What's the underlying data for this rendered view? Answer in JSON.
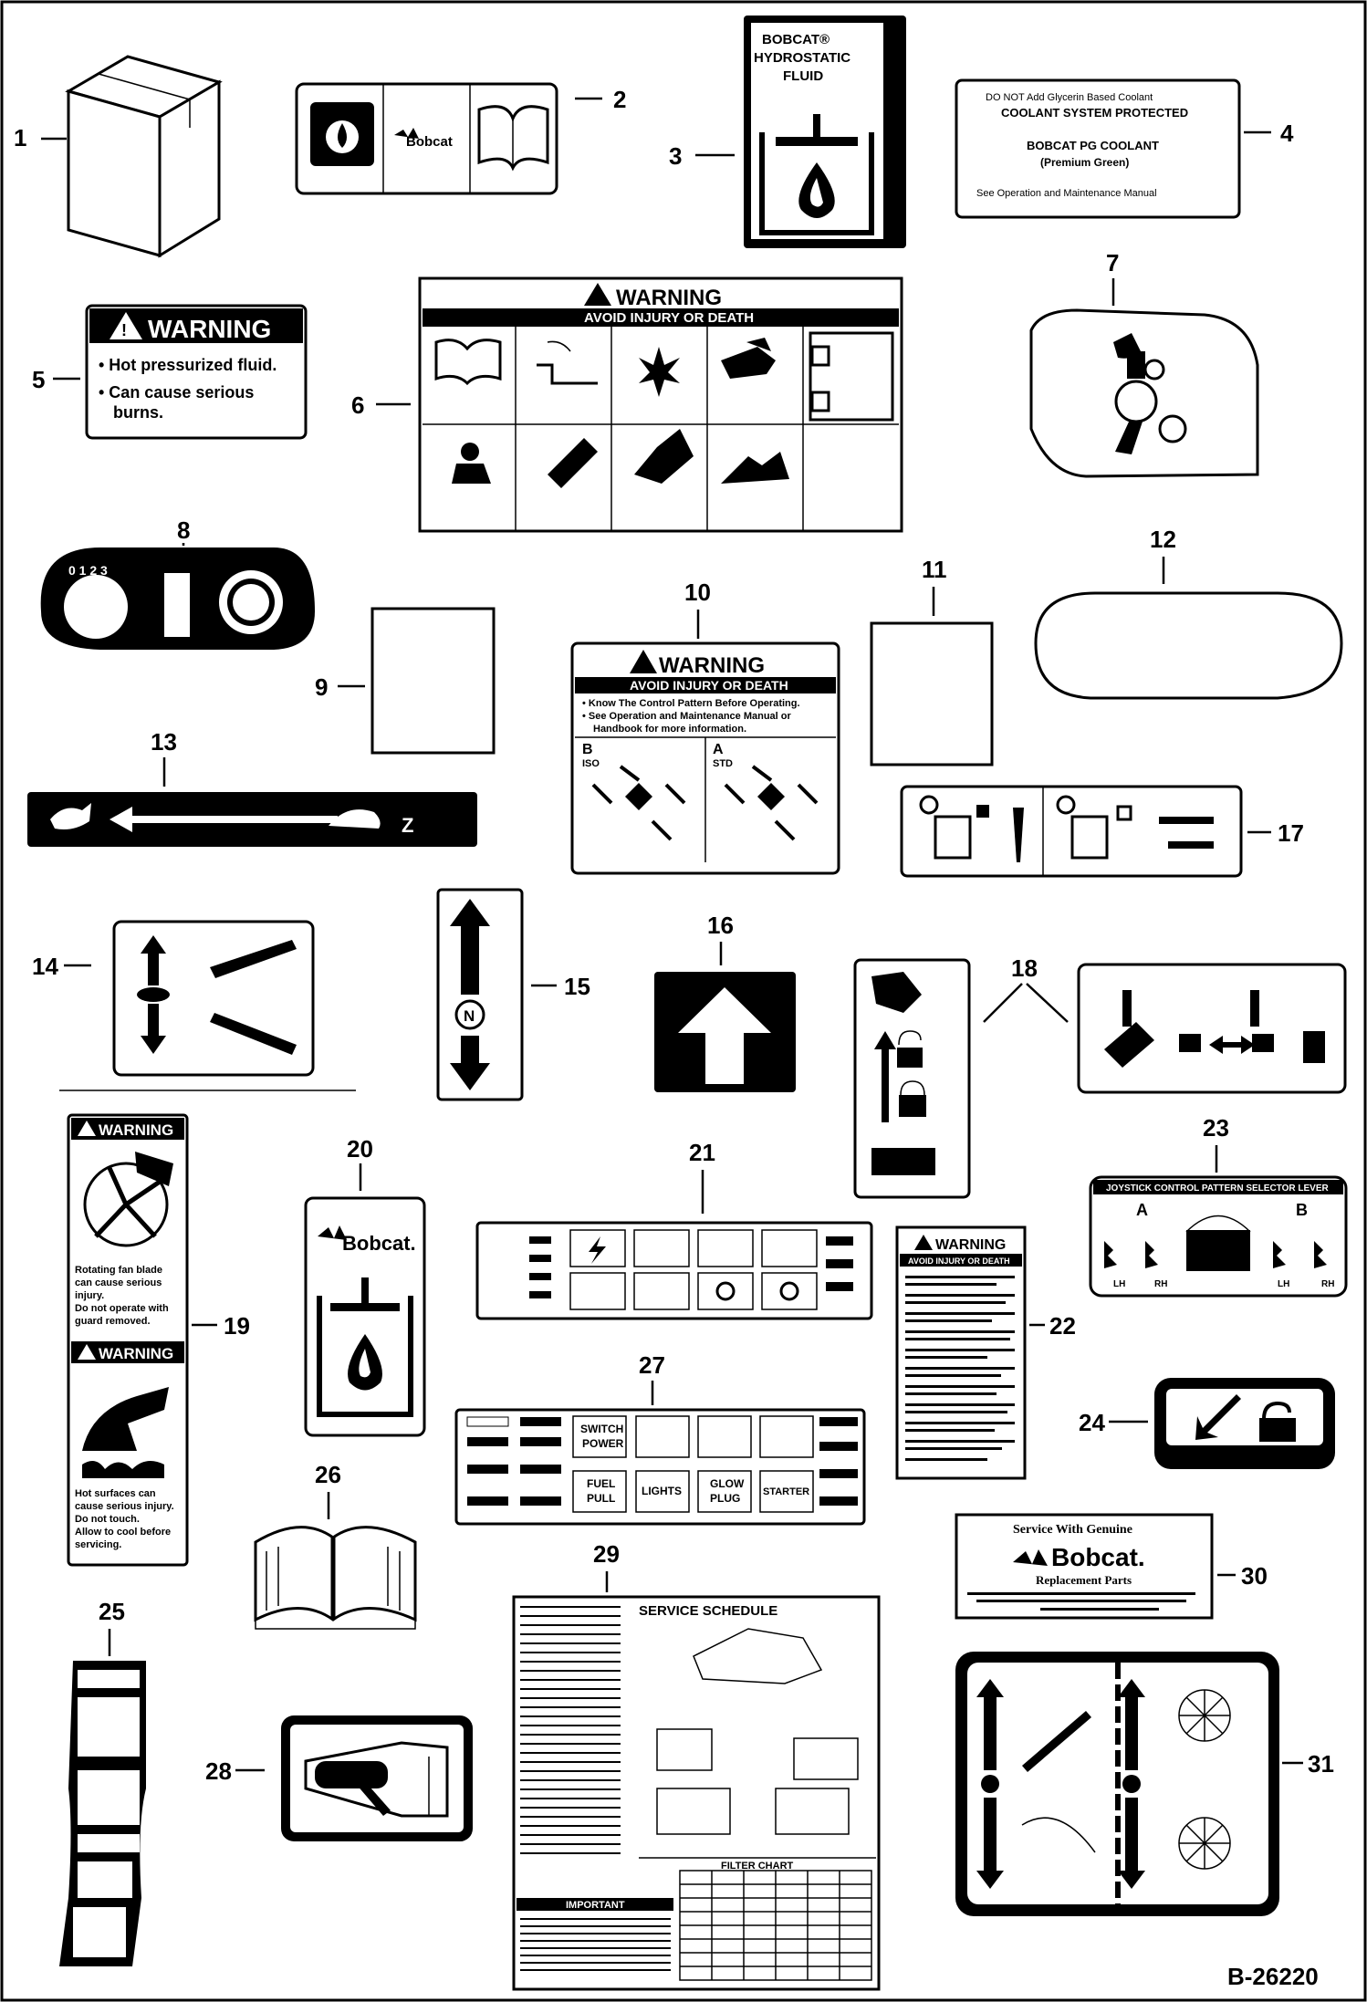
{
  "figure_id": "B-26220",
  "callouts": [
    "1",
    "2",
    "3",
    "4",
    "5",
    "6",
    "7",
    "8",
    "9",
    "10",
    "11",
    "12",
    "13",
    "14",
    "15",
    "16",
    "17",
    "18",
    "19",
    "20",
    "21",
    "22",
    "23",
    "24",
    "25",
    "26",
    "27",
    "28",
    "29",
    "30",
    "31"
  ],
  "decals": {
    "d2": {
      "brand": "Bobcat"
    },
    "d3": {
      "line1": "BOBCAT®",
      "line2": "HYDROSTATIC",
      "line3": "FLUID"
    },
    "d4": {
      "lines": [
        "DO NOT Add Glycerin Based Coolant",
        "COOLANT SYSTEM PROTECTED",
        "BOBCAT PG COOLANT",
        "(Premium Green)",
        "See Operation and Maintenance Manual"
      ]
    },
    "d5": {
      "header": "WARNING",
      "line1": "• Hot pressurized fluid.",
      "line2": "• Can cause serious",
      "line3": "burns."
    },
    "d6": {
      "header": "WARNING",
      "subheader": "AVOID INJURY OR DEATH"
    },
    "d10": {
      "header": "WARNING",
      "subheader": "AVOID INJURY OR DEATH",
      "line1": "• Know The Control Pattern Before Operating.",
      "line2": "• See Operation and Maintenance Manual or",
      "line3": "Handbook for more information.",
      "left_label": "B",
      "left_sub": "ISO",
      "right_label": "A",
      "right_sub": "STD"
    },
    "d15": {
      "neutral": "N"
    },
    "d19": {
      "header_top": "WARNING",
      "top_lines": [
        "Rotating fan blade",
        "can cause serious",
        "injury.",
        "Do not operate with",
        "guard removed."
      ],
      "header_bottom": "WARNING",
      "bottom_lines": [
        "Hot surfaces can",
        "cause serious injury.",
        "Do not touch.",
        "Allow to cool before",
        "servicing."
      ]
    },
    "d20": {
      "brand": "Bobcat."
    },
    "d22": {
      "header": "WARNING",
      "subheader": "AVOID INJURY OR DEATH"
    },
    "d23": {
      "title": "JOYSTICK CONTROL PATTERN SELECTOR LEVER",
      "pattern_a": "A",
      "pattern_b": "B",
      "lh": "LH",
      "rh": "RH"
    },
    "d27": {
      "switch_power": [
        "SWITCH",
        "POWER"
      ],
      "fuel_pull": [
        "FUEL",
        "PULL"
      ],
      "lights": "LIGHTS",
      "glow_plug": [
        "GLOW",
        "PLUG"
      ],
      "starter": "STARTER"
    },
    "d29": {
      "title": "SERVICE SCHEDULE",
      "filter_chart": "FILTER CHART",
      "important": "IMPORTANT"
    },
    "d30": {
      "line1": "Service With Genuine",
      "brand": "Bobcat.",
      "line2": "Replacement Parts"
    }
  }
}
